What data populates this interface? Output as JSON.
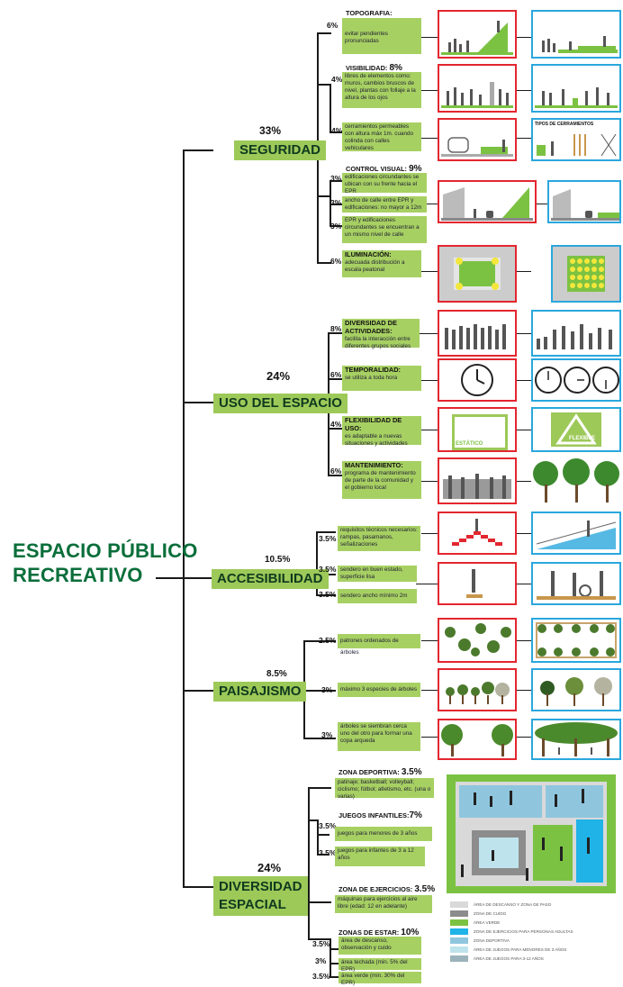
{
  "root": {
    "line1": "ESPACIO PÚBLICO",
    "line2": "RECREATIVO"
  },
  "colors": {
    "green": "#9dc959",
    "red": "#e3262f",
    "blue": "#2aa7dd",
    "dark": "#0a6e3a"
  },
  "seguridad": {
    "label": "SEGURIDAD",
    "pct": "33%",
    "topografia": {
      "title": "TOPOGRAFIA:",
      "pct": "6%",
      "text": "evitar pendientes pronunciadas"
    },
    "visibilidad": {
      "title": "VISIBILIDAD:",
      "value": "8%",
      "pct1": "4%",
      "pct2": "4%",
      "text1": "libres de elementos como: muros, cambios bruscos de nivel, plantas con follaje a la altura de los ojos",
      "text2": "cerramientos permeables con altura máx 1m. cuando colinda con calles vehiculares",
      "tipos": "TIPOS DE CERRAMIENTOS"
    },
    "control": {
      "title": "CONTROL VISUAL:",
      "value": "9%",
      "pct1": "3%",
      "pct2": "3%",
      "pct3": "3%",
      "text1": "edificaciones circundantes se ubican con su frente hacia el EPR",
      "text2": "ancho de calle entre EPR y edificaciones: no mayor a 12m",
      "text3": "EPR y edificaciones circundantes se encuentran a un mismo nivel de calle"
    },
    "iluminacion": {
      "title": "ILUMINACIÓN:",
      "pct": "6%",
      "text": "adecuada distribución a escala peatonal"
    }
  },
  "uso": {
    "label": "USO DEL ESPACIO",
    "pct": "24%",
    "diversidad": {
      "title": "DIVERSIDAD DE ACTIVIDADES:",
      "pct": "8%",
      "text": "facilita la interacción entre diferentes grupos sociales"
    },
    "temporalidad": {
      "title": "TEMPORALIDAD:",
      "pct": "6%",
      "text": "se utiliza a toda hora"
    },
    "flexibilidad": {
      "title": "FLEXIBILIDAD DE USO:",
      "pct": "4%",
      "text": "es adaptable a nuevas situaciones y actividades",
      "static": "ESTÁTICO",
      "flexible": "FLEXIBLE"
    },
    "mantenimiento": {
      "title": "MANTENIMIENTO:",
      "pct": "6%",
      "text": "programa de mantenimiento de parte de la comunidad y el gobierno local"
    }
  },
  "accesibilidad": {
    "label": "ACCESIBILIDAD",
    "pct": "10.5%",
    "p1": "3.5%",
    "t1": "requisitos técnicos necesarios: rampas, pasamanos, señalizaciones",
    "p2": "3.5%",
    "t2": "sendero en buen estado, superficie lisa",
    "p3": "3.5%",
    "t3": "sendero ancho mínimo 2m"
  },
  "paisajismo": {
    "label": "PAISAJISMO",
    "pct": "8.5%",
    "p1": "2.5%",
    "t1": "patrones ordenados de árboles",
    "p2": "3%",
    "t2": "máximo 3 especies de árboles",
    "p3": "3%",
    "t3": "árboles se siembran cerca uno del otro para formar una copa arqueda"
  },
  "diversidad": {
    "label1": "DIVERSIDAD",
    "label2": "ESPACIAL",
    "pct": "24%",
    "deportiva": {
      "title": "ZONA DEPORTIVA:",
      "value": "3.5%",
      "text": "patinaje; basketball; volleyball; ciclismo; fútbol; atletismo, etc. (una o varias)"
    },
    "juegos": {
      "title": "JUEGOS INFANTILES:",
      "value": "7%",
      "p1": "3.5%",
      "t1": "juegos para menores de 3 años",
      "p2": "3.5%",
      "t2": "juegos para infantes de 3 a 12 años"
    },
    "ejercicios": {
      "title": "ZONA DE EJERCICIOS:",
      "value": "3.5%",
      "text": "máquinas para ejercicios al aire libre (edad: 12 en adelante)"
    },
    "estar": {
      "title": "ZONAS DE ESTAR:",
      "value": "10%",
      "p1": "3.5%",
      "t1": "área de descanso, observación y cuido",
      "p2": "3%",
      "t2": "área techada (min. 5% del EPR)",
      "p3": "3.5%",
      "t3": "área verde (min. 30% del EPR)"
    }
  },
  "legend": [
    {
      "label": "ÁREA DE DESCANSO Y ZONA DE PASO",
      "color": "#d9d9d9"
    },
    {
      "label": "ZONA DE CUIDO",
      "color": "#8c8c8c"
    },
    {
      "label": "ÁREA VERDE",
      "color": "#7cc242"
    },
    {
      "label": "ZONA DE EJERCICIOS PARA PERSONAS ADULTAS",
      "color": "#1fb3e8"
    },
    {
      "label": "ZONA DEPORTIVA",
      "color": "#8fc6de"
    },
    {
      "label": "ÁREA DE JUEGOS PARA MENORES DE 3 AÑOS",
      "color": "#bfe3ec"
    },
    {
      "label": "ÁREA DE JUEGOS PARA 3-12 AÑOS",
      "color": "#9cb3bb"
    }
  ]
}
